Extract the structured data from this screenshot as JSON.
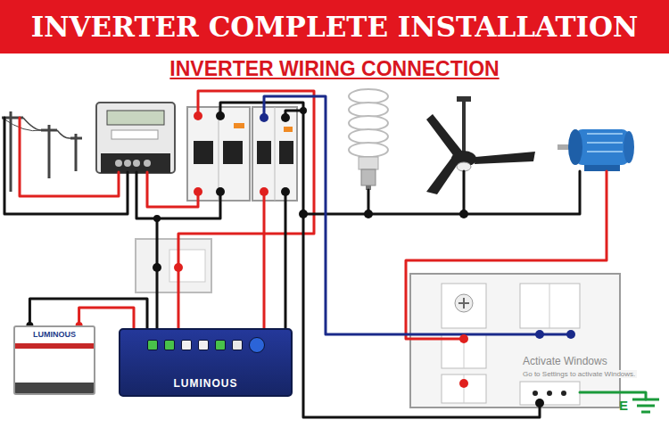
{
  "diagram": {
    "title": "INVERTER COMPLETE INSTALLATION",
    "nodes": [
      {
        "text": [
          "LUMINOUS"
        ]
      },
      {
        "text": [
          "LUMINOUS"
        ]
      }
    ],
    "edges": [
      {
        "from": 0,
        "to": 1,
        "arrow": "none"
      },
      {
        "from": 0,
        "to": 1,
        "arrow": "none"
      }
    ],
    "labels": [
      "INVERTER WIRING CONNECTION",
      "Activate Windows",
      "Go to Settings to activate Windows.",
      "E"
    ]
  }
}
